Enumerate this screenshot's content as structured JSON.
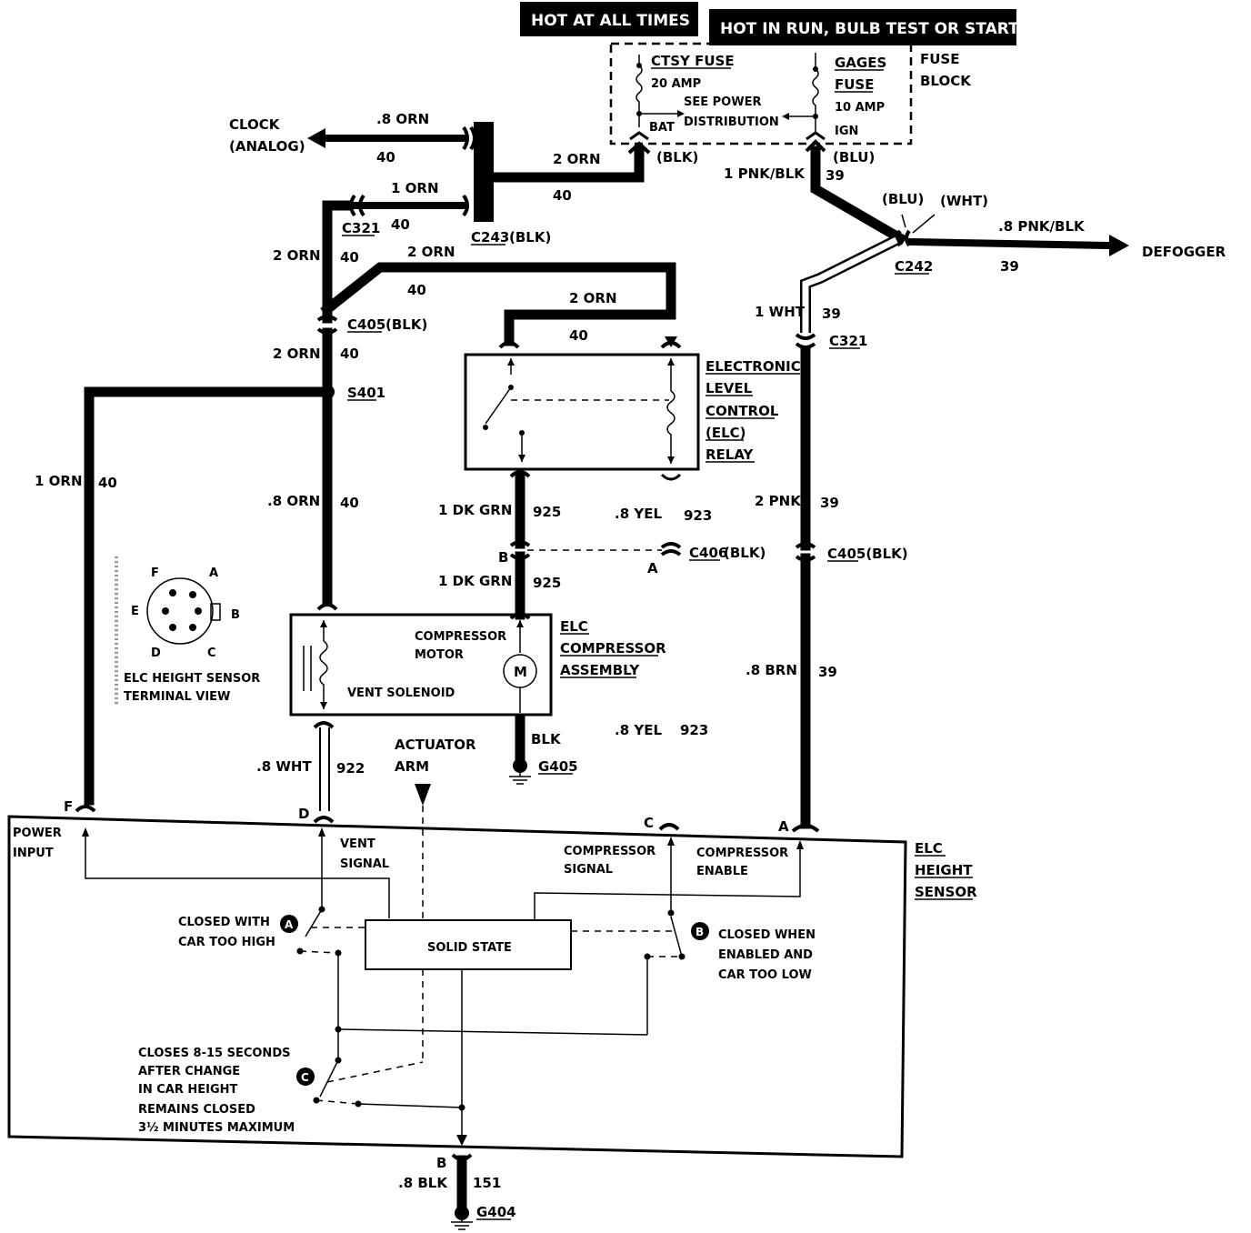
{
  "headers": {
    "hot_always": "HOT AT ALL TIMES",
    "hot_run": "HOT IN RUN,   BULB TEST OR START"
  },
  "fuse_block": {
    "label_line1": "FUSE",
    "label_line2": "BLOCK",
    "ctsy_name": "CTSY FUSE",
    "ctsy_rating": "20 AMP",
    "gages_name_line1": "GAGES",
    "gages_name_line2": "FUSE",
    "gages_rating": "10 AMP",
    "note_line1": "SEE POWER",
    "note_line2": "DISTRIBUTION",
    "bat": "BAT",
    "ign": "IGN",
    "blk": "(BLK)",
    "blu": "(BLU)"
  },
  "wires": {
    "clock_orn": ".8 ORN",
    "clock_circ": "40",
    "main_orn": "2 ORN",
    "main_circ": "40",
    "c321_orn": "1 ORN",
    "c321_circ": "40",
    "left_2orn": "2 ORN",
    "left_2orn_circ": "40",
    "top_2orn": "2 ORN",
    "top_2orn_circ": "40",
    "relay_2orn": "2 ORN",
    "relay_2orn_circ": "40",
    "s401_2orn": "2 ORN",
    "s401_2orn_circ": "40",
    "power_1orn": "1 ORN",
    "power_1orn_circ": "40",
    "vent_8orn": ".8 ORN",
    "vent_8orn_circ": "40",
    "dkgrn_1": "1 DK GRN",
    "dkgrn_1_circ": "925",
    "dkgrn_2": "1 DK GRN",
    "dkgrn_2_circ": "925",
    "yel_1": ".8 YEL",
    "yel_1_circ": "923",
    "yel_2": ".8 YEL",
    "yel_2_circ": "923",
    "wht_922": ".8 WHT",
    "wht_922_circ": "922",
    "blk": "BLK",
    "pnkblk_1": "1 PNK/BLK",
    "pnkblk_1_circ": "39",
    "pnkblk_8": ".8 PNK/BLK",
    "pnkblk_8_circ": "39",
    "wht_1": "1 WHT",
    "wht_1_circ": "39",
    "pnk_2": "2 PNK",
    "pnk_2_circ": "39",
    "brn_8": ".8 BRN",
    "brn_8_circ": "39",
    "ground_blk": ".8 BLK",
    "ground_circ": "151",
    "blu": "(BLU)",
    "wht": "(WHT)"
  },
  "connectors": {
    "c243": "C243",
    "c243_color": "(BLK)",
    "c321_left": "C321",
    "c321_right": "C321",
    "c405_left": "C405",
    "c405_left_color": "(BLK)",
    "c405_right": "C405(BLK)",
    "s401": "S401",
    "c406": "C406",
    "c406_color": "(BLK)",
    "c242": "C242",
    "g405": "G405",
    "g404": "G404"
  },
  "components": {
    "clock_line1": "CLOCK",
    "clock_line2": "(ANALOG)",
    "defogger": "DEFOGGER",
    "relay_line1": "ELECTRONIC",
    "relay_line2": "LEVEL",
    "relay_line3": "CONTROL",
    "relay_line4": "(ELC)",
    "relay_line5": "RELAY",
    "comp_line1": "ELC",
    "comp_line2": "COMPRESSOR",
    "comp_line3": "ASSEMBLY",
    "comp_motor_line1": "COMPRESSOR",
    "comp_motor_line2": "MOTOR",
    "vent_solenoid": "VENT SOLENOID",
    "motor_symbol": "M",
    "actuator_line1": "ACTUATOR",
    "actuator_line2": "ARM",
    "sensor_line1": "ELC",
    "sensor_line2": "HEIGHT",
    "sensor_line3": "SENSOR",
    "terminal_view_line1": "ELC HEIGHT SENSOR",
    "terminal_view_line2": "TERMINAL VIEW",
    "solid_state": "SOLID STATE"
  },
  "sensor_labels": {
    "power_line1": "POWER",
    "power_line2": "INPUT",
    "vent_line1": "VENT",
    "vent_line2": "SIGNAL",
    "comp_signal_line1": "COMPRESSOR",
    "comp_signal_line2": "SIGNAL",
    "comp_enable_line1": "COMPRESSOR",
    "comp_enable_line2": "ENABLE",
    "switch_a_line1": "CLOSED WITH",
    "switch_a_line2": "CAR TOO HIGH",
    "switch_b_line1": "CLOSED WHEN",
    "switch_b_line2": "ENABLED AND",
    "switch_b_line3": "CAR TOO LOW",
    "switch_c_line1": "CLOSES 8-15 SECONDS",
    "switch_c_line2": "AFTER CHANGE",
    "switch_c_line3": "IN CAR HEIGHT",
    "switch_c_line4": "REMAINS CLOSED",
    "switch_c_line5": "3½ MINUTES MAXIMUM"
  },
  "terminals": {
    "f": "F",
    "d": "D",
    "c": "C",
    "a": "A",
    "b": "B",
    "b_c406": "B",
    "a_c406": "A",
    "pin_a": "A",
    "pin_b": "B",
    "pin_c": "C",
    "pin_d": "D",
    "pin_e": "E",
    "pin_f": "F",
    "marker_a": "A",
    "marker_b": "B",
    "marker_c": "C"
  }
}
